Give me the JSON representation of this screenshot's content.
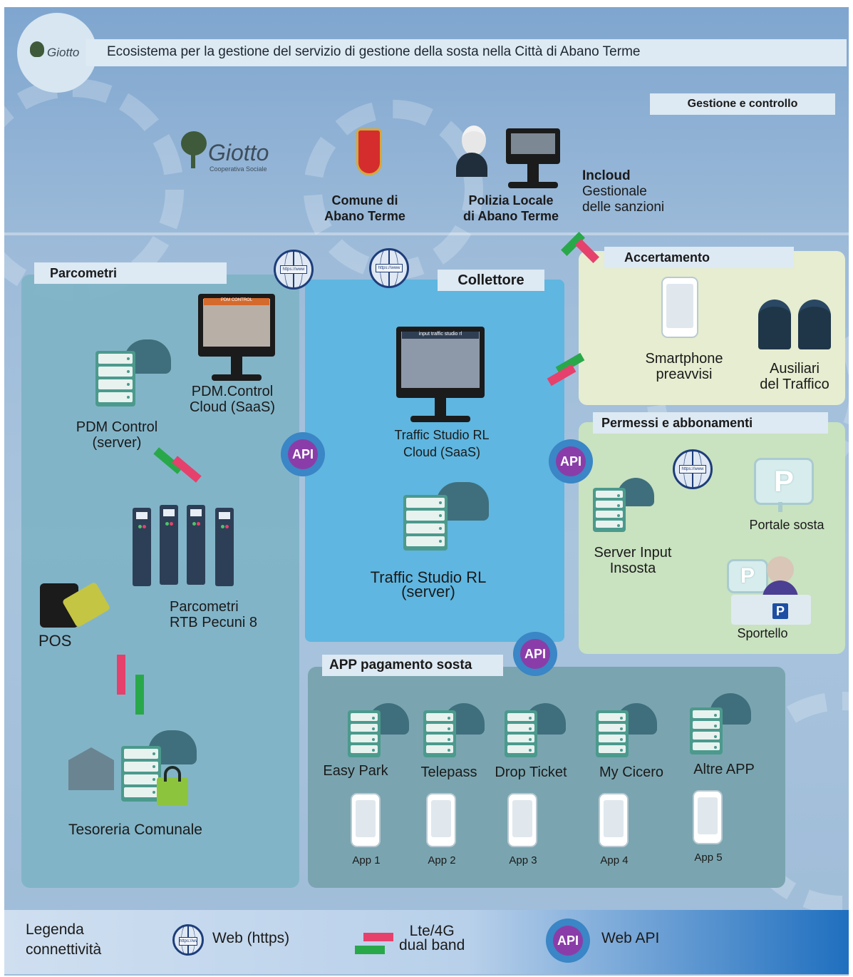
{
  "header": {
    "logo_text": "Giotto",
    "title": "Ecosistema per la gestione del servizio di gestione della sosta nella Città di Abano Terme"
  },
  "gestione": {
    "tab": "Gestione e controllo",
    "giotto_logo": "Giotto",
    "giotto_sub": "Cooperativa Sociale",
    "comune_l1": "Comune di",
    "comune_l2": "Abano Terme",
    "polizia_l1": "Polizia Locale",
    "polizia_l2": "di Abano Terme",
    "incloud_title": "Incloud",
    "incloud_l1": "Gestionale",
    "incloud_l2": "delle sanzioni"
  },
  "parcometri": {
    "tab": "Parcometri",
    "pdm_cloud_l1": "PDM.Control",
    "pdm_cloud_l2": "Cloud (SaaS)",
    "pdm_screen_title": "PDM CONTROL",
    "pdm_server_l1": "PDM Control",
    "pdm_server_l2": "(server)",
    "parcometri_l1": "Parcometri",
    "parcometri_l2": "RTB Pecuni 8",
    "pos": "POS",
    "tesoreria": "Tesoreria Comunale"
  },
  "collettore": {
    "tab": "Collettore",
    "screen_title": "input traffic studio rl",
    "cloud_l1": "Traffic Studio RL",
    "cloud_l2": "Cloud (SaaS)",
    "server_l1": "Traffic Studio RL",
    "server_l2": "(server)"
  },
  "accertamento": {
    "tab": "Accertamento",
    "smartphone_l1": "Smartphone",
    "smartphone_l2": "preavvisi",
    "ausiliari_l1": "Ausiliari",
    "ausiliari_l2": "del Traffico"
  },
  "permessi": {
    "tab": "Permessi e abbonamenti",
    "server_l1": "Server Input",
    "server_l2": "Insosta",
    "portale": "Portale sosta",
    "sportello": "Sportello",
    "p_letter": "P"
  },
  "app": {
    "tab": "APP pagamento sosta",
    "providers": [
      "Easy Park",
      "Telepass",
      "Drop Ticket",
      "My Cicero",
      "Altre APP"
    ],
    "apps": [
      "App 1",
      "App 2",
      "App 3",
      "App 4",
      "App 5"
    ]
  },
  "globe_tag": "https://www",
  "api_label": "API",
  "legend": {
    "title_l1": "Legenda",
    "title_l2": "connettività",
    "web": "Web (https)",
    "lte_l1": "Lte/4G",
    "lte_l2": "dual band",
    "api": "Web API"
  },
  "colors": {
    "arrow_green": "#29a84a",
    "arrow_red": "#e5416c",
    "api_purple": "#8a3da8",
    "server_teal": "#4b9a8d",
    "globe_navy": "#1e3d7a"
  }
}
